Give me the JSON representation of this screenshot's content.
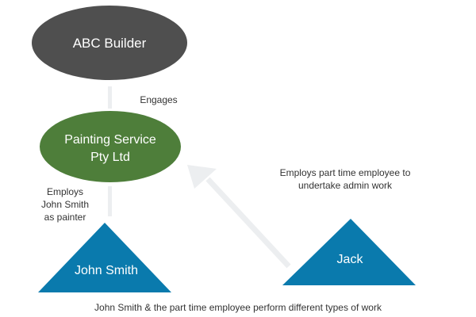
{
  "colors": {
    "builder": "#4f4f4f",
    "company": "#4e7e3a",
    "person": "#0a7aad",
    "connector": "#eceef0",
    "text": "#333333"
  },
  "nodes": {
    "builder": {
      "label": "ABC Builder",
      "shape": "ellipse"
    },
    "company": {
      "label_line1": "Painting Service",
      "label_line2": "Pty Ltd",
      "shape": "ellipse"
    },
    "john": {
      "label": "John Smith",
      "shape": "triangle"
    },
    "jack": {
      "label": "Jack",
      "shape": "triangle"
    }
  },
  "edges": {
    "engages": {
      "label": "Engages"
    },
    "employs_john": {
      "line1": "Employs",
      "line2": "John Smith",
      "line3": "as painter"
    },
    "employs_part_time": {
      "line1": "Employs part time employee to",
      "line2": "undertake admin work"
    }
  },
  "footer": {
    "note": "John Smith & the part time employee perform different types of work"
  }
}
